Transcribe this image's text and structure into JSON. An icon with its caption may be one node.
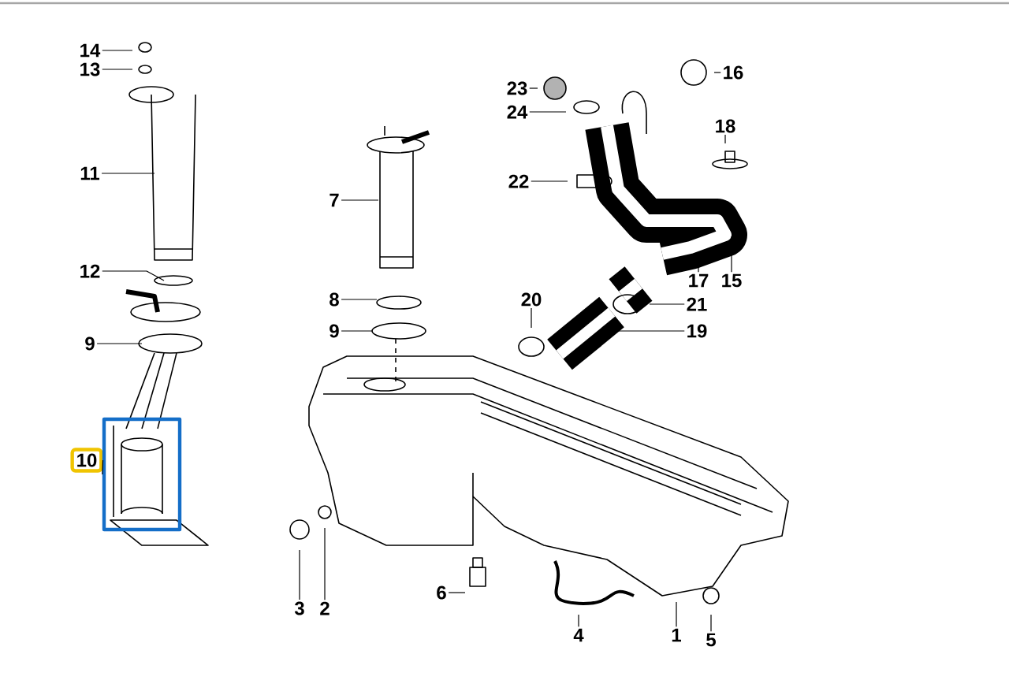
{
  "diagram": {
    "nodes": [
      {
        "text": [
          "14"
        ]
      },
      {
        "text": [
          "13"
        ]
      },
      {
        "text": [
          "16"
        ]
      },
      {
        "text": [
          "23"
        ]
      },
      {
        "text": [
          "24"
        ]
      },
      {
        "text": [
          "18"
        ]
      },
      {
        "text": [
          "11"
        ]
      },
      {
        "text": [
          "7"
        ]
      },
      {
        "text": [
          "22"
        ]
      },
      {
        "text": [
          "12"
        ]
      },
      {
        "text": [
          "17"
        ]
      },
      {
        "text": [
          "15"
        ]
      },
      {
        "text": [
          "8"
        ]
      },
      {
        "text": [
          "20"
        ]
      },
      {
        "text": [
          "21"
        ]
      },
      {
        "text": [
          "9"
        ]
      },
      {
        "text": [
          "9"
        ]
      },
      {
        "text": [
          "19"
        ]
      },
      {
        "text": [
          "10"
        ]
      },
      {
        "text": [],
        "shape": "box"
      },
      {
        "text": [
          "3"
        ]
      },
      {
        "text": [
          "2"
        ]
      },
      {
        "text": [
          "6"
        ]
      },
      {
        "text": [
          "4"
        ]
      },
      {
        "text": [
          "1"
        ]
      },
      {
        "text": [
          "5"
        ]
      }
    ],
    "edges": [
      {
        "from": 0,
        "to": null,
        "arrow": "none"
      },
      {
        "from": 1,
        "to": null,
        "arrow": "none"
      },
      {
        "from": 2,
        "to": null,
        "arrow": "none"
      },
      {
        "from": 3,
        "to": null,
        "arrow": "none"
      },
      {
        "from": 4,
        "to": null,
        "arrow": "none"
      },
      {
        "from": 5,
        "to": null,
        "arrow": "none"
      },
      {
        "from": 6,
        "to": null,
        "arrow": "none"
      },
      {
        "from": 7,
        "to": null,
        "arrow": "none"
      },
      {
        "from": 8,
        "to": null,
        "arrow": "none"
      },
      {
        "from": 9,
        "to": null,
        "arrow": "none"
      },
      {
        "from": 10,
        "to": null,
        "arrow": "none"
      },
      {
        "from": 11,
        "to": null,
        "arrow": "none"
      },
      {
        "from": 12,
        "to": null,
        "arrow": "none"
      },
      {
        "from": 13,
        "to": null,
        "arrow": "none"
      },
      {
        "from": 14,
        "to": null,
        "arrow": "none"
      },
      {
        "from": 15,
        "to": null,
        "arrow": "none"
      },
      {
        "from": 16,
        "to": null,
        "arrow": "none"
      },
      {
        "from": 17,
        "to": null,
        "arrow": "none"
      },
      {
        "from": 18,
        "to": 19,
        "arrow": "none"
      },
      {
        "from": 20,
        "to": null,
        "arrow": "none"
      },
      {
        "from": 21,
        "to": null,
        "arrow": "none"
      },
      {
        "from": 22,
        "to": null,
        "arrow": "none"
      },
      {
        "from": 23,
        "to": null,
        "arrow": "none"
      },
      {
        "from": 24,
        "to": null,
        "arrow": "none"
      },
      {
        "from": 25,
        "to": null,
        "arrow": "none"
      }
    ]
  }
}
